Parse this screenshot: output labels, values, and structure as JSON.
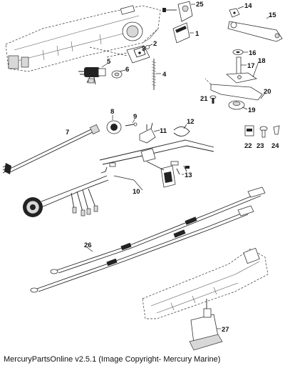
{
  "diagram": {
    "callouts": {
      "c1": "1",
      "c2": "2",
      "c3": "3",
      "c4": "4",
      "c5": "5",
      "c6": "6",
      "c7": "7",
      "c8": "8",
      "c9": "9",
      "c10": "10",
      "c11": "11",
      "c12": "12",
      "c13": "13",
      "c14": "14",
      "c15": "15",
      "c16": "16",
      "c17": "17",
      "c18": "18",
      "c19": "19",
      "c20": "20",
      "c21": "21",
      "c22": "22",
      "c23": "23",
      "c24": "24",
      "c25": "25",
      "c26": "26",
      "c27": "27"
    }
  },
  "footer": {
    "text": "MercuryPartsOnline v2.5.1 (Image Copyright- Mercury Marine)"
  }
}
